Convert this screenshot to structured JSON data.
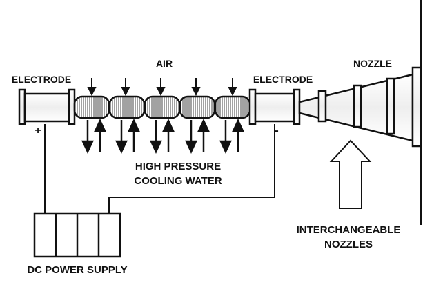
{
  "labels": {
    "air": "AIR",
    "electrode_left": "ELECTRODE",
    "electrode_right": "ELECTRODE",
    "nozzle": "NOZZLE",
    "plus": "+",
    "minus": "-",
    "cooling_line1": "HIGH PRESSURE",
    "cooling_line2": "COOLING WATER",
    "interchangeable_line1": "INTERCHANGEABLE",
    "interchangeable_line2": "NOZZLES",
    "power_supply": "DC POWER SUPPLY"
  },
  "components": {
    "cooling_segments": 5,
    "power_supply_cells": 4,
    "nozzle_rings": 4
  },
  "colors": {
    "stroke": "#111111",
    "fill": "#ffffff",
    "hatch": "#444444"
  }
}
